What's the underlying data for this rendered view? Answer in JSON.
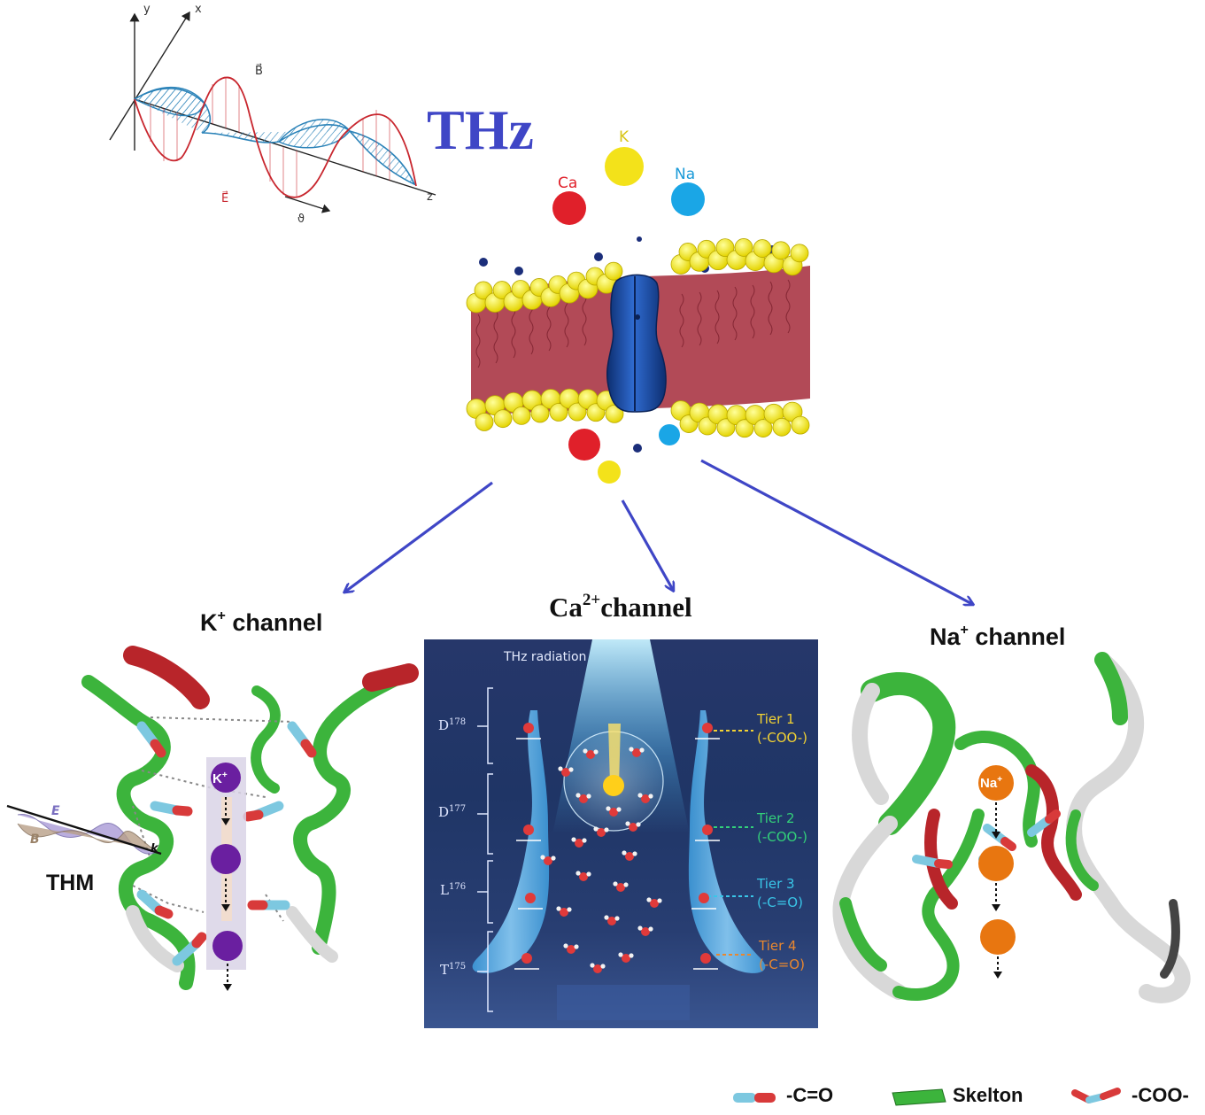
{
  "wave": {
    "axis_y": "y",
    "axis_x": "x",
    "axis_z": "z",
    "b_label": "B⃗",
    "e_label": "E⃗",
    "theta_label": "ϑ"
  },
  "title": "THz",
  "ions": {
    "ca": "Ca",
    "k": "K",
    "na": "Na"
  },
  "colors": {
    "title": "#3f46c6",
    "arrow": "#3f46c6",
    "ca_ion": "#e0202a",
    "k_ion": "#f3e21a",
    "na_ion": "#1aa6e6",
    "lipid_head": "#f1ea2a",
    "lipid_tail": "#b24a57",
    "channel": "#1f4fa8",
    "k_ion_purple": "#6a1fa0",
    "na_ion_orange": "#e87610",
    "ribbon_green": "#3cb43c",
    "ribbon_red": "#b8252a",
    "ribbon_white": "#d8d8d8"
  },
  "panels": {
    "k": {
      "label": "K",
      "sup": "+",
      "suffix": " channel",
      "ion": "K",
      "ion_sup": "+",
      "thm": "THM",
      "wave_e": "E",
      "wave_b": "B",
      "wave_k": "k"
    },
    "ca": {
      "label": "Ca",
      "sup": "2+",
      "suffix": "channel",
      "radiation": "THz radiation",
      "residues": [
        {
          "name": "D",
          "sup": "178"
        },
        {
          "name": "D",
          "sup": "177"
        },
        {
          "name": "L",
          "sup": "176"
        },
        {
          "name": "T",
          "sup": "175"
        }
      ],
      "tiers": [
        {
          "name": "Tier 1",
          "group": "(-COO-)",
          "color": "#f2d233"
        },
        {
          "name": "Tier 2",
          "group": "(-COO-)",
          "color": "#33d07a"
        },
        {
          "name": "Tier 3",
          "group": "(-C=O)",
          "color": "#39c6e8"
        },
        {
          "name": "Tier 4",
          "group": "(-C=O)",
          "color": "#e8872f"
        }
      ]
    },
    "na": {
      "label": "Na",
      "sup": "+",
      "suffix": " channel",
      "ion": "Na",
      "ion_sup": "+"
    }
  },
  "legend": [
    {
      "icon": "carbonyl-icon",
      "label": "-C=O"
    },
    {
      "icon": "skeleton-icon",
      "label": "Skelton"
    },
    {
      "icon": "carboxyl-icon",
      "label": "-COO-"
    }
  ]
}
